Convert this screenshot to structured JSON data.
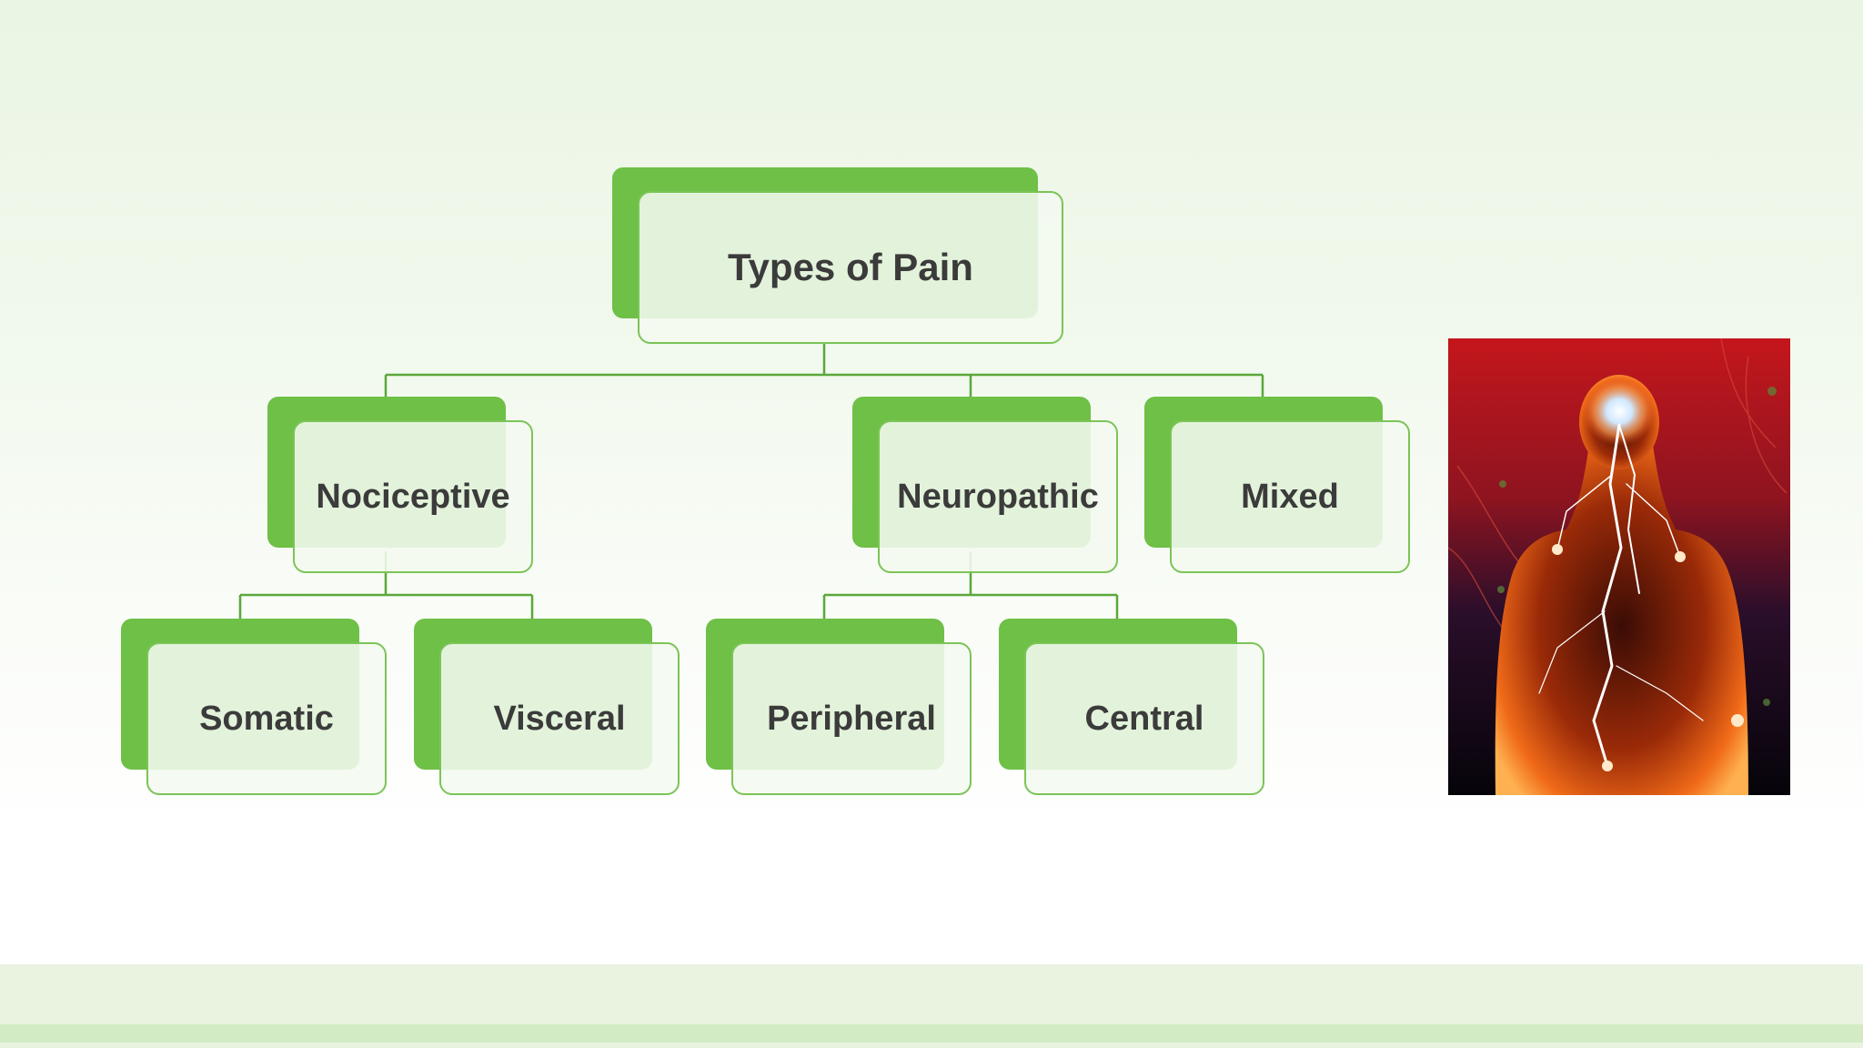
{
  "diagram": {
    "root": {
      "label": "Types of Pain"
    },
    "level1": [
      {
        "label": "Nociceptive"
      },
      {
        "label": "Neuropathic"
      },
      {
        "label": "Mixed"
      }
    ],
    "level2": [
      {
        "label": "Somatic",
        "parent": "Nociceptive"
      },
      {
        "label": "Visceral",
        "parent": "Nociceptive"
      },
      {
        "label": "Peripheral",
        "parent": "Neuropathic"
      },
      {
        "label": "Central",
        "parent": "Neuropathic"
      }
    ]
  },
  "image": {
    "icon": "human-nervous-system-pain-illustration"
  },
  "colors": {
    "accent_green": "#6ec046",
    "border_green": "#7cc457",
    "connector_green": "#5aa83a",
    "text": "#3b3b3b",
    "band_light": "#e6f1dc",
    "band_strip": "#d3ebc4"
  }
}
